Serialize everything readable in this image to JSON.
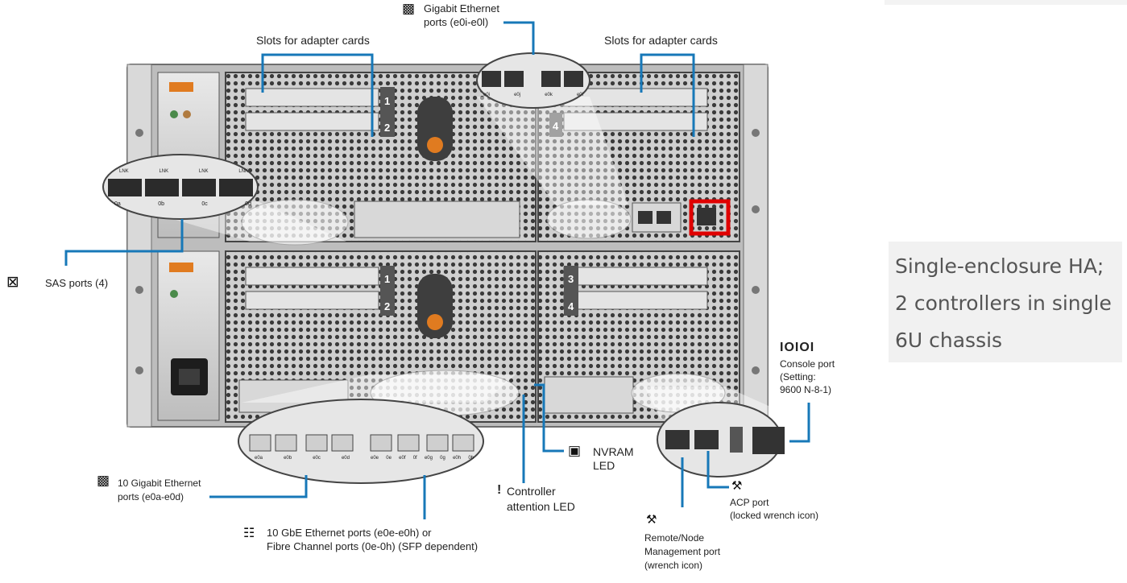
{
  "labels": {
    "gigabit_ethernet_line1": "Gigabit Ethernet",
    "gigabit_ethernet_line2": "ports (e0i-e0l)",
    "slots_left": "Slots for adapter cards",
    "slots_right": "Slots for adapter cards",
    "sas_ports": "SAS ports (4)",
    "console_symbol": "IOIOI",
    "console_line1": "Console port",
    "console_line2": "(Setting:",
    "console_line3": "9600 N-8-1)",
    "nvram_line1": "NVRAM",
    "nvram_line2": "LED",
    "controller_symbol": "!",
    "controller_line1": "Controller",
    "controller_line2": "attention LED",
    "acp_line1": "ACP port",
    "acp_line2": "(locked wrench icon)",
    "ten_gig_line1": "10 Gigabit Ethernet",
    "ten_gig_line2": "ports (e0a-e0d)",
    "tengbe_line1": "10 GbE Ethernet ports (e0e-e0h) or",
    "tengbe_line2": "Fibre Channel ports (0e-0h) (SFP dependent)",
    "remote_line1": "Remote/Node",
    "remote_line2": "Management port",
    "remote_line3": "(wrench icon)"
  },
  "callouts": {
    "sas_ports": [
      "0a",
      "0b",
      "0c",
      "0d"
    ],
    "sas_link": "LNK",
    "gigabit_ports": [
      "e0i",
      "e0j",
      "e0k",
      "e0l"
    ],
    "ten_gig_ports": [
      "e0a",
      "e0b",
      "e0c",
      "e0d"
    ],
    "tengbe_ports": [
      "e0e",
      "0e",
      "e0f",
      "0f",
      "e0g",
      "0g",
      "e0h",
      "0h"
    ]
  },
  "slot_numbers": {
    "top_left": [
      "1",
      "2"
    ],
    "top_right": [
      "4"
    ],
    "bottom_left": [
      "1",
      "2"
    ],
    "bottom_right": [
      "3",
      "4"
    ]
  },
  "side_panel": {
    "text": "Single-enclosure HA; 2 controllers in single 6U chassis"
  },
  "colors": {
    "callout_line": "#1778b8",
    "highlight": "#e00000",
    "chassis": "#8a8a8a",
    "side_text": "#555555"
  },
  "icons": [
    "ethernet-icon",
    "sas-icon",
    "nvram-chip-icon",
    "wrench-icon",
    "locked-wrench-icon",
    "fibre-channel-icon"
  ]
}
